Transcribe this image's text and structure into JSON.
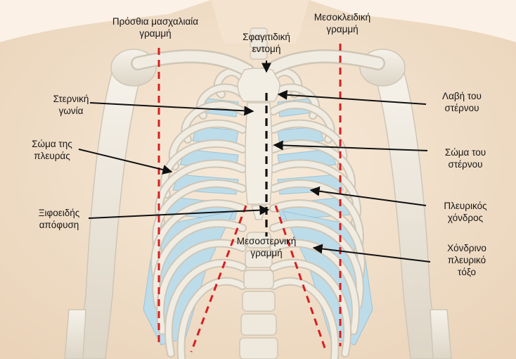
{
  "labels": {
    "anterior_axillary_line": [
      "Πρόσθια μασχαλιαία",
      "γραμμή"
    ],
    "midclavicular_line": [
      "Μεσοκλειδική",
      "γραμμή"
    ],
    "suprasternal_notch": [
      "Σφαγιτιδική",
      "εντομή"
    ],
    "sternal_angle": [
      "Στερνική",
      "γωνία"
    ],
    "manubrium": [
      "Λαβή του",
      "στέρνου"
    ],
    "rib_body": [
      "Σώμα της",
      "πλευράς"
    ],
    "sternum_body": [
      "Σώμα του",
      "στέρνου"
    ],
    "costal_cartilage": [
      "Πλευρικός",
      "χόνδρος"
    ],
    "xiphoid_process": [
      "Ξιφοειδής",
      "απόφυση"
    ],
    "midsternal_line": [
      "Μεσοστερνική",
      "γραμμή"
    ],
    "costal_arch": [
      "Χόνδρινο",
      "πλευρικό",
      "τόξο"
    ]
  },
  "colors": {
    "background": "#fbf1e6",
    "skin": "#f2e1cc",
    "bone": "#efe9dd",
    "bone_shadow": "#cfc6b6",
    "cartilage": "#bcdcea",
    "reference_line": "#d62020",
    "midsternal_line": "#111111",
    "arrow": "#111111"
  }
}
